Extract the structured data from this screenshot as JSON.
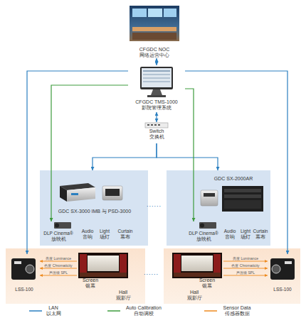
{
  "diagram": {
    "nodes": [
      {
        "text": [
          "CFGDC NOC 网络运营中心"
        ]
      },
      {
        "text": [
          "CFGDC TMS-1000 影院管理系统"
        ]
      },
      {
        "text": [
          "Switch 交换机"
        ]
      },
      {
        "text": [
          "GDC SX-3000 IMB 与 PSD-3000"
        ]
      },
      {
        "text": [
          "DLP Cinema® 放映机"
        ],
        "in": 3
      },
      {
        "text": [
          "Audio 音响"
        ],
        "in": 3
      },
      {
        "text": [
          "Light 场灯"
        ],
        "in": 3
      },
      {
        "text": [
          "Curtain 幕布"
        ],
        "in": 3
      },
      {
        "text": [
          "GDC SX-2000AR"
        ]
      },
      {
        "text": [
          "DLP Cinema® 放映机"
        ],
        "in": 8
      },
      {
        "text": [
          "Audio 音响"
        ],
        "in": 8
      },
      {
        "text": [
          "Light 场灯"
        ],
        "in": 8
      },
      {
        "text": [
          "Curtain 幕布"
        ],
        "in": 8
      },
      {
        "text": [
          "Hall 观影厅"
        ]
      },
      {
        "text": [
          "LSS-100"
        ],
        "in": 13
      },
      {
        "text": [
          "Screen 银幕"
        ],
        "in": 13
      },
      {
        "text": [
          "Hall 观影厅"
        ]
      },
      {
        "text": [
          "Screen 银幕"
        ],
        "in": 16
      },
      {
        "text": [
          "LSS-100"
        ],
        "in": 16
      }
    ],
    "edges": [
      {
        "from": 0,
        "to": 1,
        "arrow": "both"
      },
      {
        "from": 1,
        "to": 2,
        "arrow": "both"
      },
      {
        "from": 2,
        "to": 3,
        "arrow": "to"
      },
      {
        "from": 2,
        "to": 8,
        "arrow": "to"
      },
      {
        "from": 1,
        "to": 4,
        "arrow": "to"
      },
      {
        "from": 1,
        "to": 9,
        "arrow": "to"
      },
      {
        "from": 1,
        "to": 14,
        "arrow": "to"
      },
      {
        "from": 1,
        "to": 18,
        "arrow": "to"
      },
      {
        "from": 15,
        "to": 14,
        "label": "亮度 Luminance",
        "arrow": "to"
      },
      {
        "from": 15,
        "to": 14,
        "label": "色度 Chromaticity",
        "arrow": "to"
      },
      {
        "from": 15,
        "to": 14,
        "label": "声压级 SPL",
        "arrow": "to"
      },
      {
        "from": 17,
        "to": 18,
        "label": "亮度 Luminance",
        "arrow": "to"
      },
      {
        "from": 17,
        "to": 18,
        "label": "色度 Chromaticity",
        "arrow": "to"
      },
      {
        "from": 17,
        "to": 18,
        "label": "声压级 SPL",
        "arrow": "to"
      }
    ],
    "labels": [
      "......",
      "......"
    ],
    "legend": [
      {
        "text": "LAN 以太网"
      },
      {
        "text": "Auto Calibration 自动调校"
      },
      {
        "text": "Sensor Data 传感器数据"
      }
    ]
  }
}
